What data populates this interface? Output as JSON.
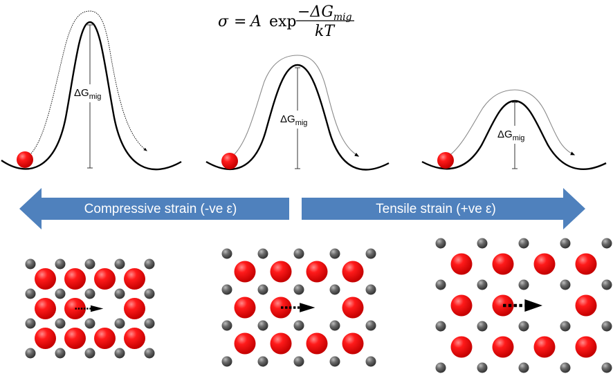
{
  "equation": {
    "sigma": "σ",
    "equals": "=",
    "prefactor": "A",
    "exp": "exp",
    "numerator": "−ΔG",
    "numerator_sub": "mig",
    "denominator": "kT"
  },
  "barriers": [
    {
      "label": "ΔG",
      "label_sub": "mig"
    },
    {
      "label": "ΔG",
      "label_sub": "mig"
    },
    {
      "label": "ΔG",
      "label_sub": "mig"
    }
  ],
  "strain_arrows": {
    "compressive_label": "Compressive strain (-ve ε)",
    "tensile_label": "Tensile strain (+ve ε)",
    "color": "#4f81bd"
  },
  "colors": {
    "oxygen_atom": "#ee0000",
    "metal_atom": "#555555",
    "curve": "#000000"
  }
}
